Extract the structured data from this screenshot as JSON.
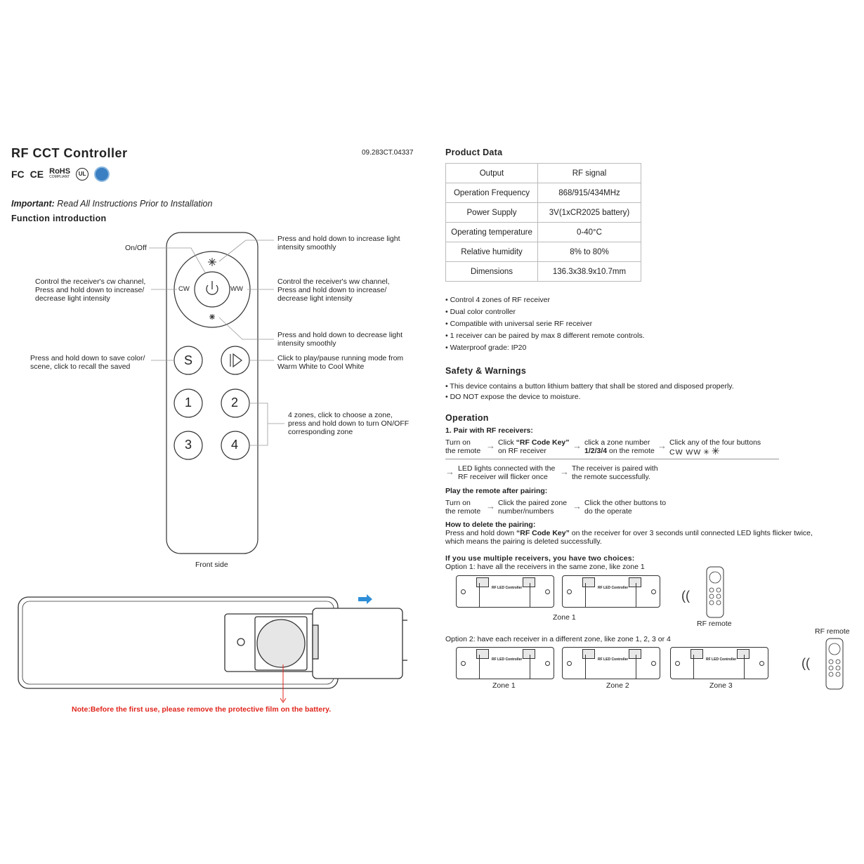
{
  "header": {
    "title": "RF CCT Controller",
    "code": "09.283CT.04337",
    "certs": [
      "FC",
      "CE",
      "RoHS",
      "COMPLIANT",
      "UL"
    ]
  },
  "important": {
    "prefix": "Important:",
    "text": " Read All Instructions Prior to Installation"
  },
  "function_title": "Function introduction",
  "remote": {
    "cw": "CW",
    "ww": "WW",
    "s": "S",
    "z1": "1",
    "z2": "2",
    "z3": "3",
    "z4": "4",
    "front_label": "Front side"
  },
  "callouts": {
    "onoff": "On/Off",
    "increase": "Press and hold down to increase light\nintensity smoothly",
    "cw_channel": "Control the receiver's cw channel,\nPress and hold down to increase/\ndecrease light intensity",
    "ww_channel": "Control the receiver's ww channel,\nPress and hold down to increase/\ndecrease light intensity",
    "decrease": "Press and hold down to decrease light\nintensity smoothly",
    "save_scene": "Press and hold down to save color/\nscene, click to recall the saved",
    "play": "Click to play/pause running mode from\nWarm White to Cool White",
    "zones": "4 zones, click to choose a zone,\npress and hold down to turn ON/OFF\ncorresponding zone"
  },
  "battery_note": "Note:Before the first use, please remove the protective film on the battery.",
  "product_data": {
    "title": "Product Data",
    "rows": [
      [
        "Output",
        "RF signal"
      ],
      [
        "Operation Frequency",
        "868/915/434MHz"
      ],
      [
        "Power Supply",
        "3V(1xCR2025 battery)"
      ],
      [
        "Operating temperature",
        "0-40°C"
      ],
      [
        "Relative humidity",
        "8% to 80%"
      ],
      [
        "Dimensions",
        "136.3x38.9x10.7mm"
      ]
    ]
  },
  "features": [
    "Control 4 zones of RF receiver",
    "Dual color controller",
    "Compatible with universal serie RF receiver",
    "1 receiver can be paired by max 8 different remote controls.",
    "Waterproof grade: IP20"
  ],
  "safety": {
    "title": "Safety & Warnings",
    "items": [
      "This device contains a button lithium battery that shall be stored and disposed properly.",
      "DO NOT expose the device to moisture."
    ]
  },
  "operation": {
    "title": "Operation",
    "pair_title": "1. Pair with RF receivers:",
    "pair_s1": "Turn on\nthe remote",
    "pair_s2a": "Click ",
    "pair_s2b": "“RF Code Key”",
    "pair_s2c": "on RF receiver",
    "pair_s3a": "click a zone number",
    "pair_s3b": "1/2/3/4",
    "pair_s3c": " on the remote",
    "pair_s4": "Click any of the four buttons",
    "pair_s4_keys": "CW  WW",
    "pair_s5": "LED lights connected with the\nRF receiver will flicker once",
    "pair_s6": "The receiver is paired with\nthe remote successfully.",
    "play_title": "Play the remote after pairing:",
    "play_s1": "Turn on\nthe remote",
    "play_s2": "Click the paired zone\nnumber/numbers",
    "play_s3": "Click the other buttons to\ndo the operate",
    "delete_title": "How to delete the pairing:",
    "delete_a": "Press and hold down ",
    "delete_b": "“RF Code Key”",
    "delete_c": " on the receiver for over 3 seconds until connected LED lights flicker twice,",
    "delete_d": "which means the pairing is deleted successfully.",
    "multi_title": "If you use multiple receivers, you have two choices:",
    "option1": "Option 1: have all the receivers in the same zone, like zone 1",
    "option2": "Option 2: have each receiver in a different zone, like zone 1, 2, 3 or 4",
    "zone1": "Zone 1",
    "zone2": "Zone 2",
    "zone3": "Zone 3",
    "rf_remote": "RF remote",
    "receiver_label": "RF LED Controller"
  }
}
